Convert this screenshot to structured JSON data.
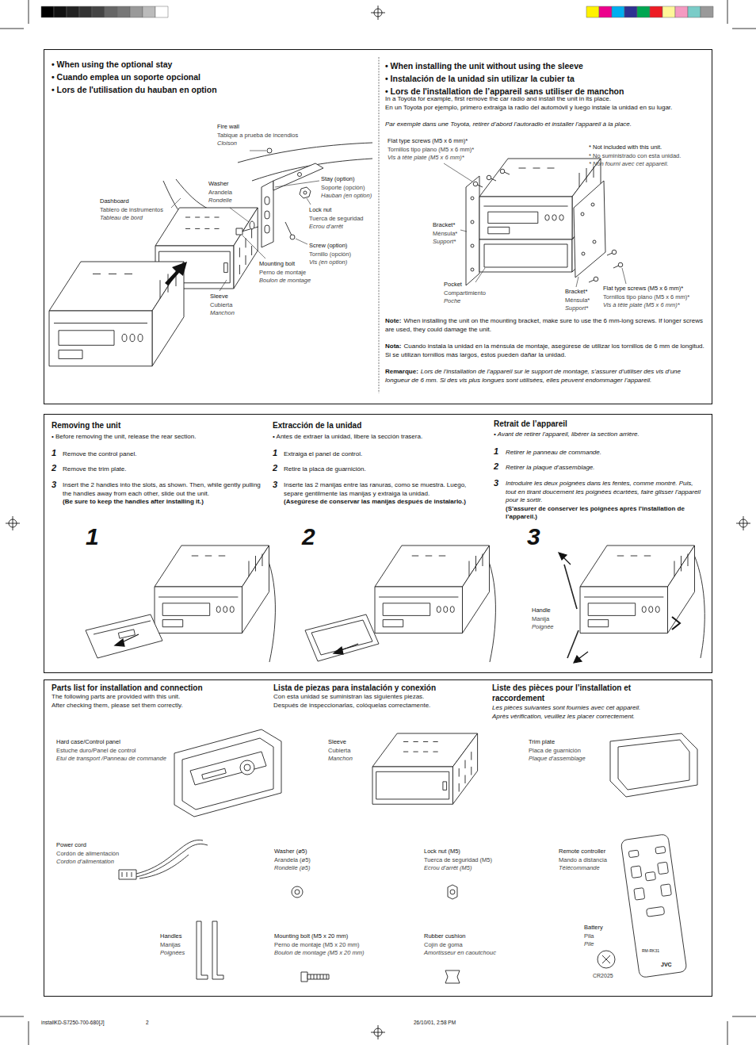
{
  "diagram": {
    "nodes": [
      {
        "text": [
          "• When using the optional stay",
          "• Cuando emplea un soporte opcional",
          "• Lors de l'utilisation du hauban en option",
          "Fire wall",
          "Tabique a prueba de incendios",
          "Cloison",
          "Washer",
          "Arandela",
          "Rondelle",
          "Stay (option)",
          "Soporte (opción)",
          "Hauban (en option)",
          "Dashboard",
          "Tablero de instrumentos",
          "Tableau de bord",
          "Lock nut",
          "Tuerca de seguridad",
          "Ecrou d’arrêt",
          "Screw (option)",
          "Tornillo (opción)",
          "Vis (en option)",
          "Mounting bolt",
          "Perno de montaje",
          "Boulon de montage",
          "Sleeve",
          "Cubierta",
          "Manchon",
          "• When installing the unit without using the sleeve",
          "• Instalación de la unidad sin utilizar la cubier ta",
          "• Lors de l'installation de l’appareil sans utiliser de manchon",
          "In a Toyota for example, first remove the car radio and install the unit in its place.",
          "En un Toyota por ejemplo, primero extraiga la radio del automóvil y luego instale la unidad en su lugar.",
          "Par exemple dans une Toyota, retirer d’abord l’autoradio et installer l’appareil à la place.",
          "Flat type screws (M5 x 6 mm)*",
          "Tornillos tipo plano (M5 x 6 mm)*",
          "Vis à tête plate (M5 x 6 mm)*",
          "* Not included with this unit.",
          "* No suministrado con esta unidad.",
          "* Non fourni avec cet appareil.",
          "Bracket*",
          "Ménsula*",
          "Support*",
          "Pocket",
          "Compartimiento",
          "Poche",
          "Bracket*",
          "Ménsula*",
          "Support*",
          "Flat type screws (M5 x 6 mm)*",
          "Tornillos tipo plano (M5 x 6 mm)*",
          "Vis à tête plate (M5 x 6 mm)*",
          "Note:",
          "When installing the unit on the mounting bracket, make sure to use the 6 mm-long screws. If longer screws are used, they could damage the unit.",
          "Nota:",
          "Cuando instala la unidad en la ménsula de montaje, asegúrese de utilizar los tornillos de 6 mm de longitud. Si se utilizan tornillos más largos, éstos pueden dañar la unidad.",
          "Remarque:",
          "Lors de l’installation de l’appareil sur le support de montage, s’assurer d’utiliser des vis d’une longueur de 6 mm. Si des vis plus longues sont utilisées, elles peuvent endommager l’appareil."
        ]
      },
      {
        "text": [
          "Removing the unit",
          "• Before removing the unit, release the rear section.",
          "1",
          "Remove the control panel.",
          "2",
          "Remove the trim plate.",
          "3",
          "Insert the 2 handles into the slots, as shown. Then, while gently pulling the handles away from each other, slide out the unit.",
          "(Be sure to keep the handles after installing it.)",
          "Extracción de la unidad",
          "• Antes de extraer la unidad, libere la sección trasera.",
          "1",
          "Extraiga el panel de control.",
          "2",
          "Retire la placa de guarnición.",
          "3",
          "Inserte las 2 manijas entre las ranuras, como se muestra. Luego, separe gentilmente las manijas y extraiga la unidad.",
          "(Asegúrese de conservar las manijas después de instalarlo.)",
          "Retrait de l’appareil",
          "• Avant de retirer l’appareil, libérer la section arrière.",
          "1",
          "Retirer le panneau de commande.",
          "2",
          "Retirer la plaque d’assemblage.",
          "3",
          "Introduire les deux poignées dans les fentes, comme montré. Puis, tout en tirant doucement les poignées écartées, faire glisser l’appareil pour le sortir.",
          "(S’assurer de conserver les poignées après l’installation de l’appareil.)",
          "1",
          "2",
          "3",
          "Handle",
          "Manija",
          "Poignée"
        ]
      },
      {
        "text": [
          "Parts list for installation and connection",
          "The following parts are provided with this unit.",
          "After checking them, please set them correctly.",
          "Lista de piezas para instalación y conexión",
          "Con esta unidad se suministran las siguientes piezas.",
          "Después de inspeccionarlas, colóquelas correctamente.",
          "Liste des pièces pour l’installation et raccordement",
          "Les pièces suivantes sont fournies avec cet appareil.",
          "Après vérification, veuillez les placer correctement.",
          "Hard case/Control panel",
          "Estuche duro/Panel de control",
          "Etui de transport /Panneau de commande",
          "Sleeve",
          "Cubierta",
          "Manchon",
          "Trim plate",
          "Placa de guarnición",
          "Plaque d’assemblage",
          "Power cord",
          "Cordón de alimentación",
          "Cordon d’alimentation",
          "Washer (ø5)",
          "Arandela (ø5)",
          "Rondelle (ø5)",
          "Lock nut (M5)",
          "Tuerca de seguridad (M5)",
          "Ecrou d’arrêt (M5)",
          "Remote controller",
          "Mando a distancia",
          "Télécommande",
          "Handles",
          "Manijas",
          "Poignées",
          "Mounting bolt (M5 x 20 mm)",
          "Perno de montaje (M5 x 20 mm)",
          "Boulon de montage (M5 x 20 mm)",
          "Rubber cushion",
          "Cojín de goma",
          "Amortisseur en caoutchouc",
          "Battery",
          "Pila",
          "Pile",
          "CR2025"
        ]
      }
    ],
    "labels": [
      "installKD-S7250-700-680[J]",
      "2",
      "26/10/01, 2:58 PM",
      "JVC",
      "RM-RK31"
    ]
  }
}
